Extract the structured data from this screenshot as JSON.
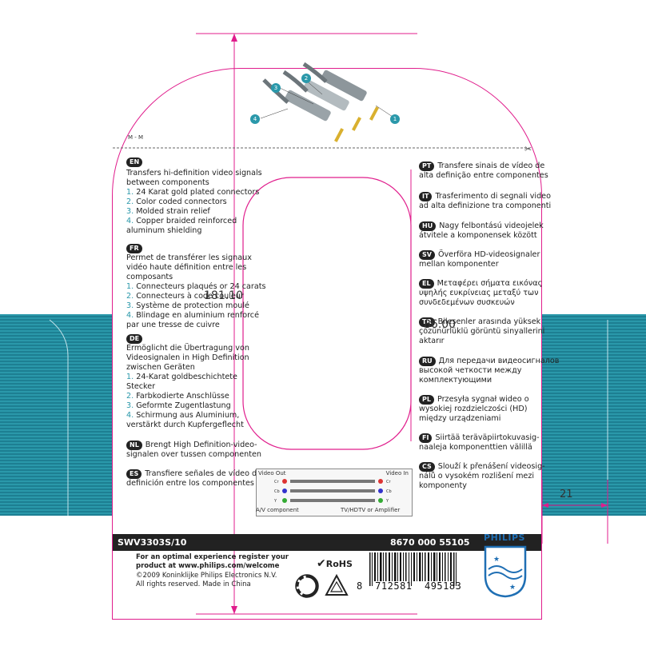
{
  "label_mm": "M - M",
  "callouts": [
    "1",
    "2",
    "3",
    "4"
  ],
  "left_sections": [
    {
      "code": "EN",
      "lines": [
        "Transfers hi-definition video signals",
        "between components"
      ],
      "items": [
        {
          "n": "1.",
          "t": "24 Karat gold plated connectors"
        },
        {
          "n": "2.",
          "t": "Color coded connectors"
        },
        {
          "n": "3.",
          "t": "Molded strain relief"
        },
        {
          "n": "4.",
          "t": "Copper braided reinforced"
        }
      ],
      "tail": [
        "aluminum shielding"
      ]
    },
    {
      "code": "FR",
      "lines": [
        "Permet de transférer les signaux",
        "vidéo haute définition entre les",
        "composants"
      ],
      "items": [
        {
          "n": "1.",
          "t": "Connecteurs plaqués or 24 carats"
        },
        {
          "n": "2.",
          "t": "Connecteurs à code couleur"
        },
        {
          "n": "3.",
          "t": "Système de protection moulé"
        },
        {
          "n": "4.",
          "t": "Blindage en aluminium renforcé"
        }
      ],
      "tail": [
        "par une tresse de cuivre"
      ]
    },
    {
      "code": "DE",
      "lines": [
        "Ermöglicht die Übertragung von",
        "Videosignalen in High Definition",
        "zwischen Geräten"
      ],
      "items": [
        {
          "n": "1.",
          "t": "24-Karat goldbeschichtete"
        }
      ],
      "mid": [
        "Stecker"
      ],
      "items2": [
        {
          "n": "2.",
          "t": "Farbkodierte Anschlüsse"
        },
        {
          "n": "3.",
          "t": "Geformte Zugentlastung"
        },
        {
          "n": "4.",
          "t": "Schirmung aus Aluminium,"
        }
      ],
      "tail": [
        "verstärkt durch Kupfergeflecht"
      ]
    },
    {
      "code": "NL",
      "lines": [
        "Brengt High Definition-video-",
        "signalen over tussen componenten"
      ]
    },
    {
      "code": "ES",
      "lines": [
        "Transfiere señales de vídeo de alta",
        "definición entre los componentes"
      ]
    }
  ],
  "right_sections": [
    {
      "code": "PT",
      "lines": [
        "Transfere sinais de vídeo de",
        "alta definição entre componentes"
      ]
    },
    {
      "code": "IT",
      "lines": [
        "Trasferimento di segnali video",
        "ad alta definizione tra componenti"
      ]
    },
    {
      "code": "HU",
      "lines": [
        "Nagy felbontású videojelek",
        "átvitele a komponensek között"
      ]
    },
    {
      "code": "SV",
      "lines": [
        "Överföra HD-videosignaler",
        "mellan komponenter"
      ]
    },
    {
      "code": "EL",
      "lines": [
        "Μεταφέρει σήματα εικόνας",
        "υψηλής ευκρίνειας μεταξύ των",
        "συνδεδεμένων συσκευών"
      ]
    },
    {
      "code": "TR",
      "lines": [
        "Bileşenler arasında yüksek",
        "çözünürlüklü görüntü sinyallerini",
        "aktarır"
      ]
    },
    {
      "code": "RU",
      "lines": [
        "Для передачи видеосигналов",
        "высокой четкости между",
        "комплектующими"
      ]
    },
    {
      "code": "PL",
      "lines": [
        "Przesyła sygnał wideo o",
        "wysokiej rozdzielczości (HD)",
        "między urządzeniami"
      ]
    },
    {
      "code": "FI",
      "lines": [
        "Siirtää teräväpiirtokuvasig-",
        "naaleja komponenttien välillä"
      ]
    },
    {
      "code": "CS",
      "lines": [
        "Slouží k přenášení videosig-",
        "nálů o vysokém rozlišení mezi",
        "komponenty"
      ]
    }
  ],
  "diagram": {
    "video_out": "Video Out",
    "video_in": "Video In",
    "left_bottom": "A/V component",
    "right_bottom": "TV/HDTV or Amplifier",
    "ports": [
      "Cr",
      "Cb",
      "Y"
    ]
  },
  "model": "SWV3303S/10",
  "code": "8670 000 55105",
  "footer": {
    "line1": "For an optimal experience register your",
    "line2": "product at www.philips.com/welcome",
    "line3": "©2009 Koninklijke Philips Electronics N.V.",
    "line4": "All rights reserved. Made in China"
  },
  "rohs": "RoHS",
  "barcode_digits": "8  712581  495183",
  "brand": "PHILIPS",
  "dims": {
    "height": "181.10",
    "width": "86.00",
    "side": "21"
  },
  "colors": {
    "teal": "#2a98aa",
    "magenta": "#e01d8c",
    "dark": "#222222"
  }
}
